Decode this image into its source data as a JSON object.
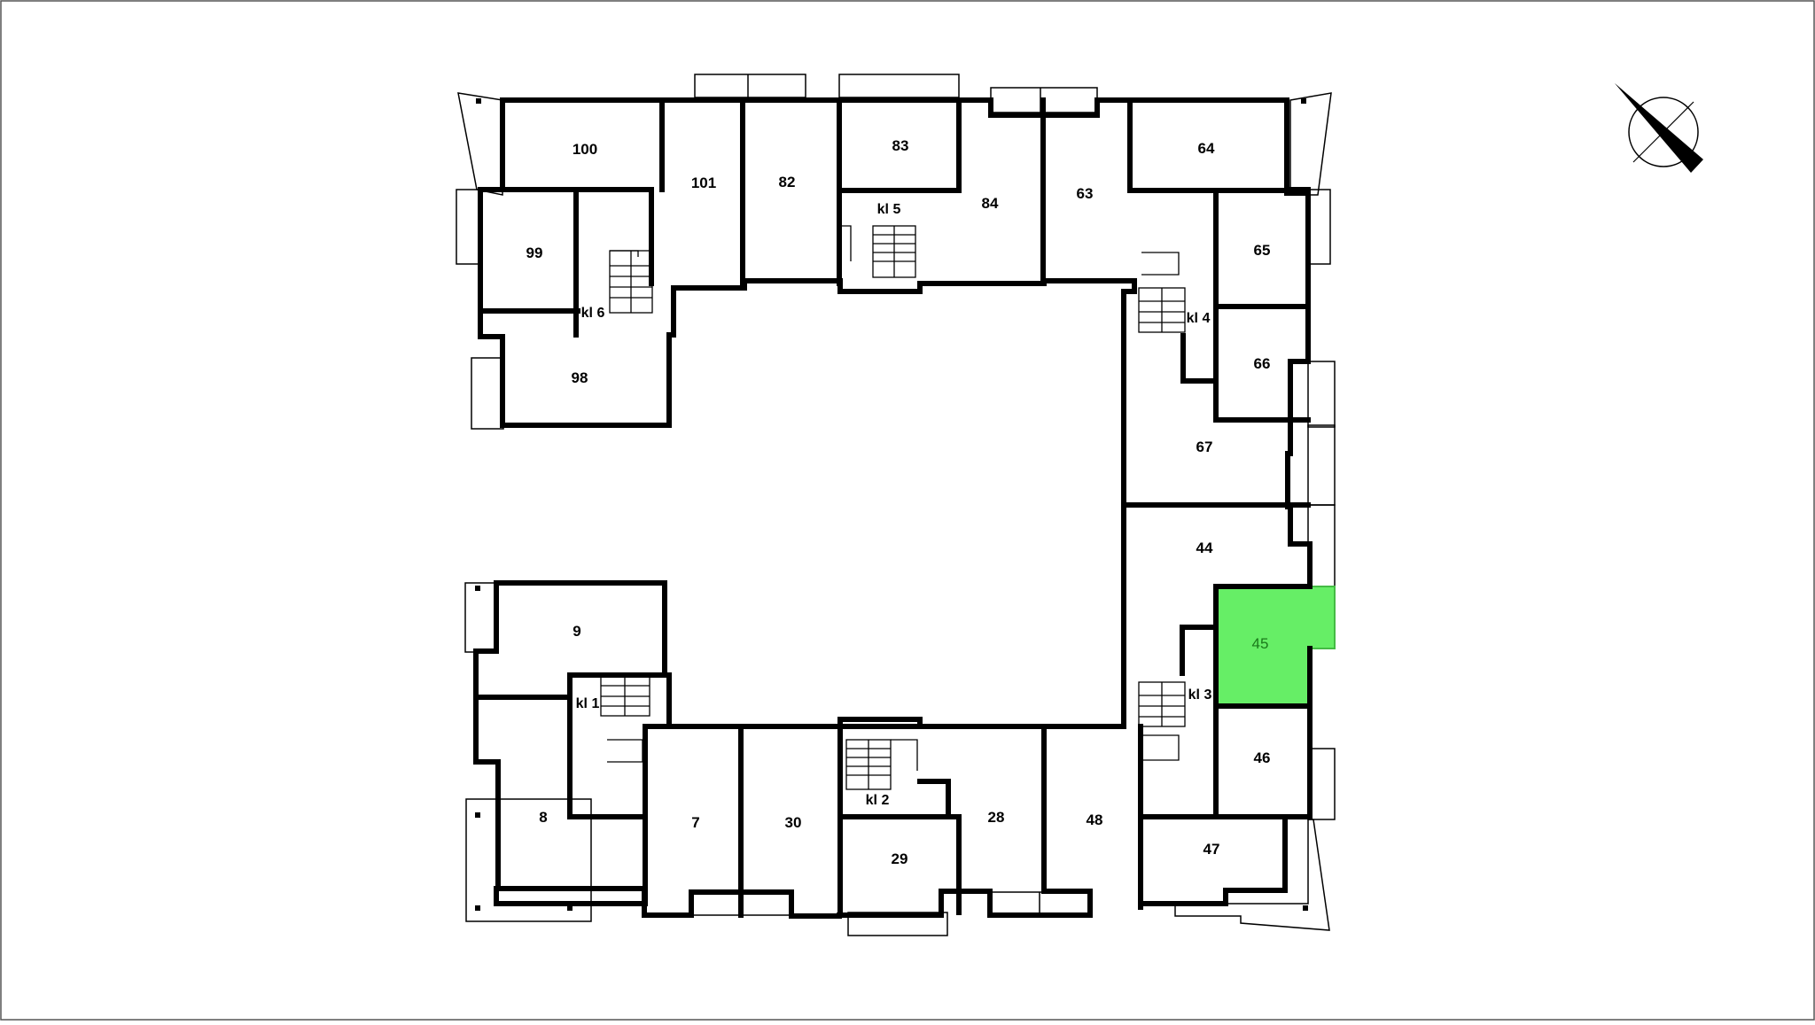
{
  "plan": {
    "highlight_color": "#66ee66",
    "highlight_stroke": "#44bb44",
    "wall_color": "#000000",
    "selected_unit": "45",
    "apartments": [
      {
        "id": "100"
      },
      {
        "id": "101"
      },
      {
        "id": "82"
      },
      {
        "id": "83"
      },
      {
        "id": "84"
      },
      {
        "id": "63"
      },
      {
        "id": "64"
      },
      {
        "id": "99"
      },
      {
        "id": "65"
      },
      {
        "id": "66"
      },
      {
        "id": "98"
      },
      {
        "id": "67"
      },
      {
        "id": "44"
      },
      {
        "id": "45"
      },
      {
        "id": "9"
      },
      {
        "id": "46"
      },
      {
        "id": "8"
      },
      {
        "id": "7"
      },
      {
        "id": "30"
      },
      {
        "id": "29"
      },
      {
        "id": "28"
      },
      {
        "id": "48"
      },
      {
        "id": "47"
      }
    ],
    "stairwells": [
      {
        "label": "kl 1"
      },
      {
        "label": "kl 2"
      },
      {
        "label": "kl 3"
      },
      {
        "label": "kl 4"
      },
      {
        "label": "kl 5"
      },
      {
        "label": "kl 6"
      }
    ],
    "compass": {
      "icon": "north-arrow-compass-icon"
    }
  }
}
